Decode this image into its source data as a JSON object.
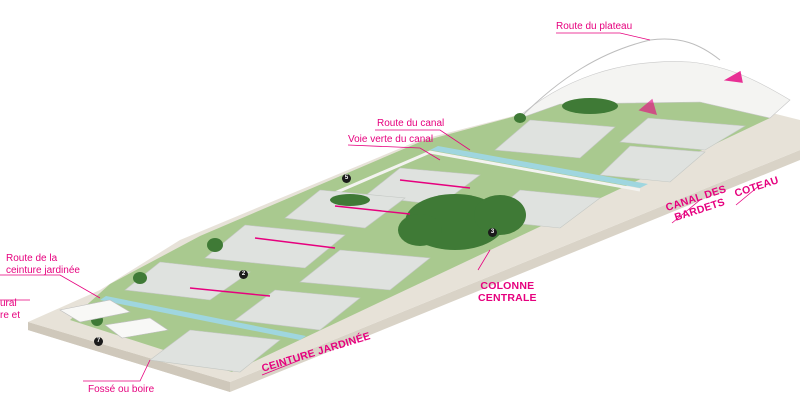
{
  "colors": {
    "accent": "#e6007e",
    "grass": "#a9c98f",
    "field": "#dfe2df",
    "trees": "#3f7a36",
    "canal": "#9fd6df",
    "base": "#e7e2d8"
  },
  "labels": {
    "route_plateau": "Route du plateau",
    "route_canal": "Route du canal",
    "voie_verte": "Voie verte du canal",
    "route_ceinture_1": "Route de la",
    "route_ceinture_2": "ceinture jardinée",
    "rural_1": "ural",
    "rural_2": "re et",
    "fosse": "Fossé ou boire",
    "ceinture_jardinee": "CEINTURE JARDINÉE",
    "colonne_1": "COLONNE",
    "colonne_2": "CENTRALE",
    "canal_1": "CANAL DES",
    "canal_2": "BARDETS",
    "coteau": "COTEAU"
  },
  "markers": [
    "5",
    "2",
    "3",
    "7"
  ]
}
